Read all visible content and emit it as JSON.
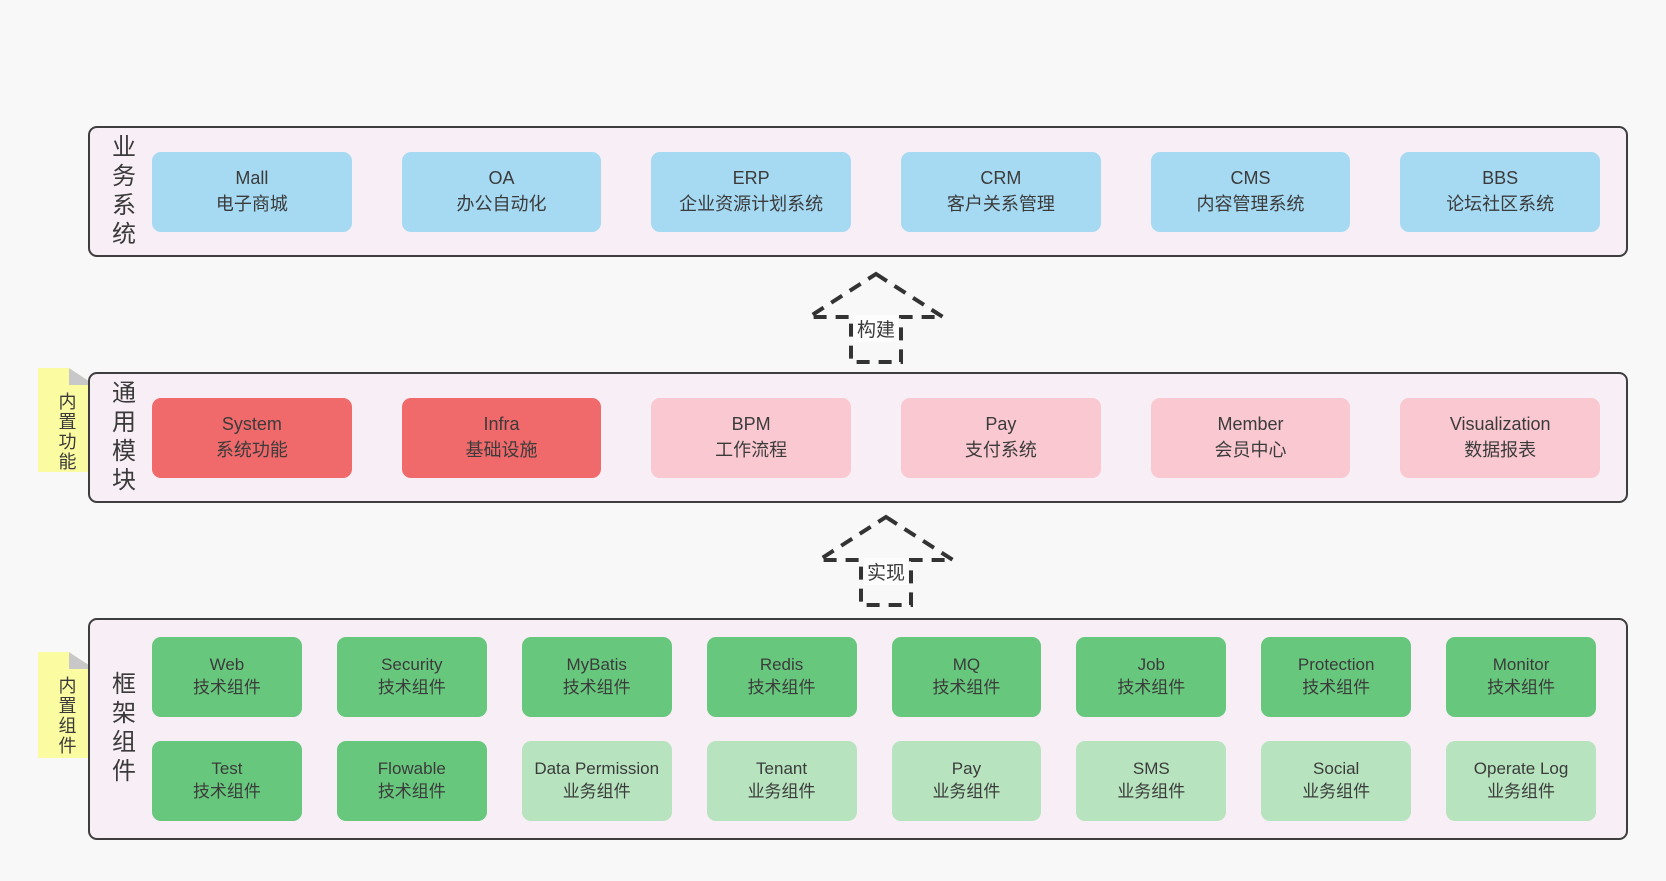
{
  "sections": {
    "business": {
      "label": "业务系统",
      "boxes": [
        {
          "name": "Mall",
          "desc": "电子商城",
          "type": "blue"
        },
        {
          "name": "OA",
          "desc": "办公自动化",
          "type": "blue"
        },
        {
          "name": "ERP",
          "desc": "企业资源计划系统",
          "type": "blue"
        },
        {
          "name": "CRM",
          "desc": "客户关系管理",
          "type": "blue"
        },
        {
          "name": "CMS",
          "desc": "内容管理系统",
          "type": "blue"
        },
        {
          "name": "BBS",
          "desc": "论坛社区系统",
          "type": "blue"
        }
      ]
    },
    "modules": {
      "label": "通用模块",
      "note": "内置功能",
      "boxes": [
        {
          "name": "System",
          "desc": "系统功能",
          "type": "red"
        },
        {
          "name": "Infra",
          "desc": "基础设施",
          "type": "red"
        },
        {
          "name": "BPM",
          "desc": "工作流程",
          "type": "pink"
        },
        {
          "name": "Pay",
          "desc": "支付系统",
          "type": "pink"
        },
        {
          "name": "Member",
          "desc": "会员中心",
          "type": "pink"
        },
        {
          "name": "Visualization",
          "desc": "数据报表",
          "type": "pink"
        }
      ]
    },
    "framework": {
      "label": "框架组件",
      "note": "内置组件",
      "row1": [
        {
          "name": "Web",
          "desc": "技术组件",
          "type": "green"
        },
        {
          "name": "Security",
          "desc": "技术组件",
          "type": "green"
        },
        {
          "name": "MyBatis",
          "desc": "技术组件",
          "type": "green"
        },
        {
          "name": "Redis",
          "desc": "技术组件",
          "type": "green"
        },
        {
          "name": "MQ",
          "desc": "技术组件",
          "type": "green"
        },
        {
          "name": "Job",
          "desc": "技术组件",
          "type": "green"
        },
        {
          "name": "Protection",
          "desc": "技术组件",
          "type": "green"
        },
        {
          "name": "Monitor",
          "desc": "技术组件",
          "type": "green"
        }
      ],
      "row2": [
        {
          "name": "Test",
          "desc": "技术组件",
          "type": "green"
        },
        {
          "name": "Flowable",
          "desc": "技术组件",
          "type": "green"
        },
        {
          "name": "Data Permission",
          "desc": "业务组件",
          "type": "lightgreen"
        },
        {
          "name": "Tenant",
          "desc": "业务组件",
          "type": "lightgreen"
        },
        {
          "name": "Pay",
          "desc": "业务组件",
          "type": "lightgreen"
        },
        {
          "name": "SMS",
          "desc": "业务组件",
          "type": "lightgreen"
        },
        {
          "name": "Social",
          "desc": "业务组件",
          "type": "lightgreen"
        },
        {
          "name": "Operate Log",
          "desc": "业务组件",
          "type": "lightgreen"
        }
      ]
    }
  },
  "arrows": {
    "build": "构建",
    "implement": "实现"
  },
  "colors": {
    "page_bg": "#f8f8f8",
    "panel_bg": "#f8eef6",
    "panel_border": "#3e3e3e",
    "blue_box": "#a6daf3",
    "red_box": "#f0696b",
    "pink_box": "#f9c8d0",
    "green_box": "#67c87d",
    "light_green_box": "#b7e4be",
    "sticky_note": "#fbfba1",
    "note_fold": "#c8c8c8",
    "text": "#3b3b3b"
  }
}
